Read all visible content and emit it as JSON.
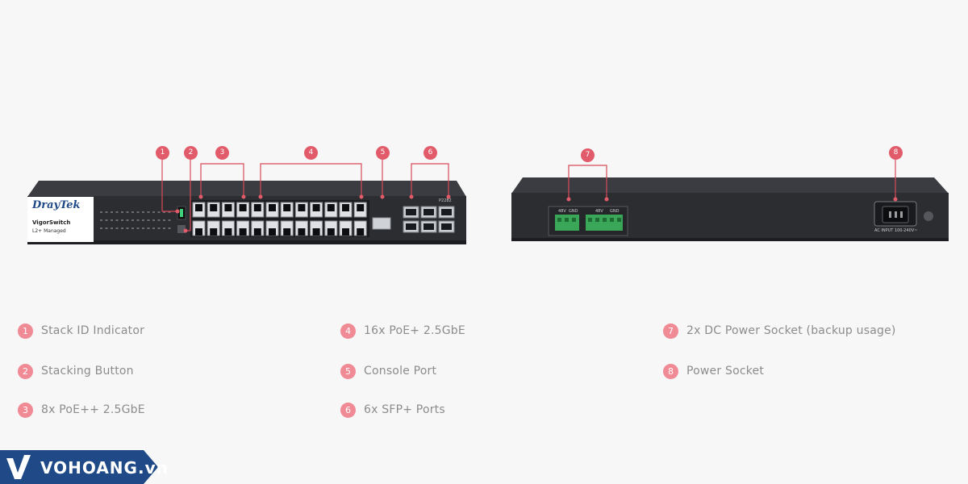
{
  "front": {
    "brand": "DrayTek",
    "model": "VigorSwitch",
    "tier": "L2+ Managed",
    "sfp_label": "P2282"
  },
  "rear": {
    "dc_labels": [
      "48V",
      "GND",
      "48V",
      "GND"
    ],
    "ac_label": "AC INPUT 100-240V~"
  },
  "callouts": [
    "1",
    "2",
    "3",
    "4",
    "5",
    "6",
    "7",
    "8"
  ],
  "legend": [
    {
      "num": "1",
      "text": "Stack ID Indicator"
    },
    {
      "num": "2",
      "text": "Stacking Button"
    },
    {
      "num": "3",
      "text": "8x PoE++ 2.5GbE"
    },
    {
      "num": "4",
      "text": "16x PoE+ 2.5GbE"
    },
    {
      "num": "5",
      "text": "Console Port"
    },
    {
      "num": "6",
      "text": "6x SFP+ Ports"
    },
    {
      "num": "7",
      "text": "2x DC Power Socket (backup usage)"
    },
    {
      "num": "8",
      "text": "Power Socket"
    }
  ],
  "watermark": "VOHOANG.vn",
  "colors": {
    "accent": "#e25b6a",
    "legend_circle": "#f08a95",
    "legend_text": "#8c8c8c",
    "logo_blue": "#1f4a87",
    "device_body": "#2b2d31"
  }
}
